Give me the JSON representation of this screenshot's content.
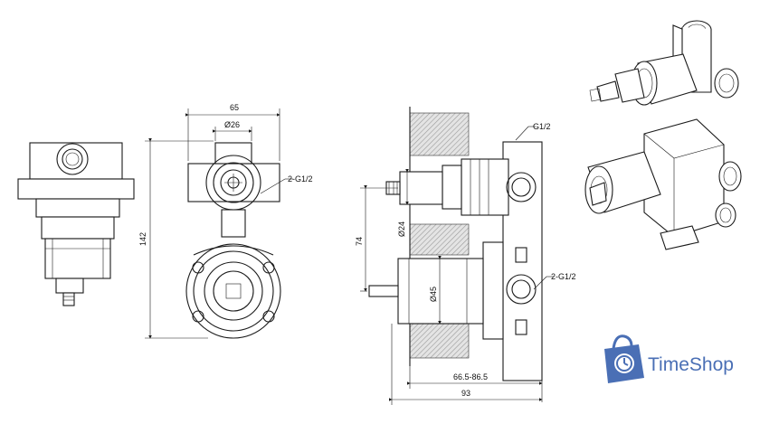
{
  "brand": {
    "name": "TimeShop",
    "color": "#4a6fb5",
    "icon": "shopping-bag-clock-icon"
  },
  "dimensions": {
    "front_width": "65",
    "front_diameter": "Ø26",
    "front_thread": "2-G1/2",
    "front_height": "142",
    "side_top_thread": "G1/2",
    "side_diameter_small": "Ø24",
    "side_vertical": "74",
    "side_diameter_large": "Ø45",
    "side_bottom_thread": "2-G1/2",
    "side_range": "66.5-86.5",
    "side_total": "93"
  },
  "colors": {
    "line": "#1a1a1a",
    "wall_hatch": "#9a9a9a"
  }
}
